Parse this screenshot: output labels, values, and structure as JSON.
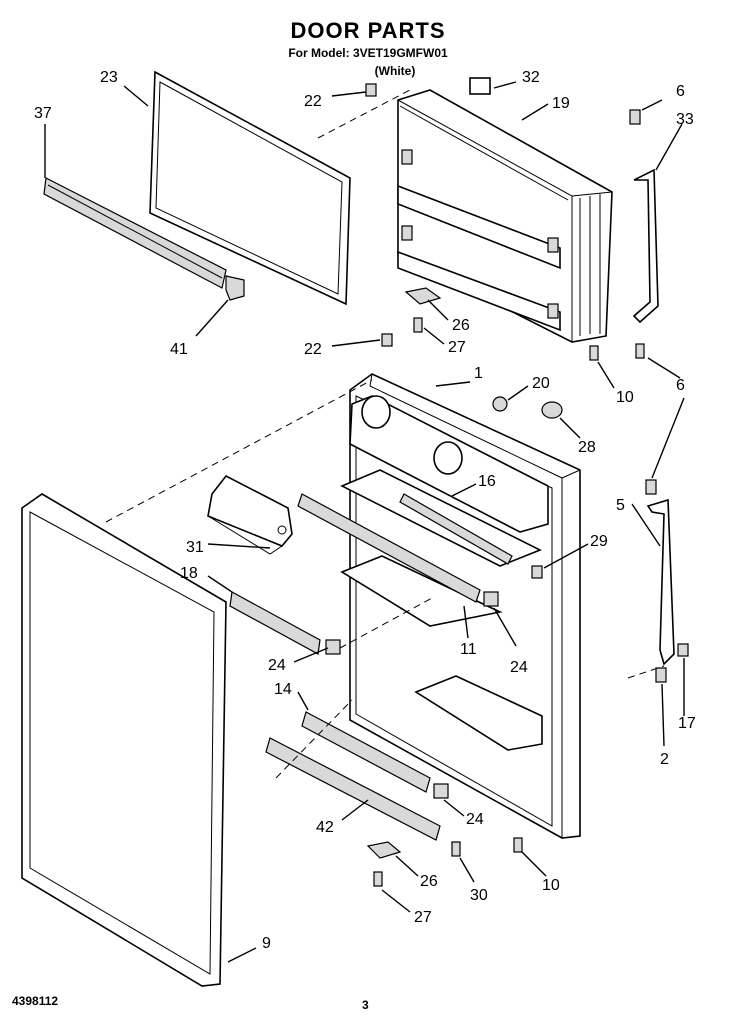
{
  "header": {
    "title": "DOOR PARTS",
    "model": "For Model: 3VET19GMFW01",
    "color": "(White)"
  },
  "footer": {
    "doc_number": "4398112",
    "page_number": "3"
  },
  "callouts": {
    "c23": "23",
    "c37": "37",
    "c41": "41",
    "c22a": "22",
    "c22b": "22",
    "c32": "32",
    "c19": "19",
    "c6a": "6",
    "c33": "33",
    "c26a": "26",
    "c27a": "27",
    "c10a": "10",
    "c6b": "6",
    "c1": "1",
    "c20": "20",
    "c28": "28",
    "c16": "16",
    "c31": "31",
    "c18": "18",
    "c29": "29",
    "c5": "5",
    "c24a": "24",
    "c11": "11",
    "c24b": "24",
    "c17": "17",
    "c14": "14",
    "c2": "2",
    "c42": "42",
    "c24c": "24",
    "c26b": "26",
    "c10b": "10",
    "c30": "30",
    "c27b": "27",
    "c9": "9"
  }
}
